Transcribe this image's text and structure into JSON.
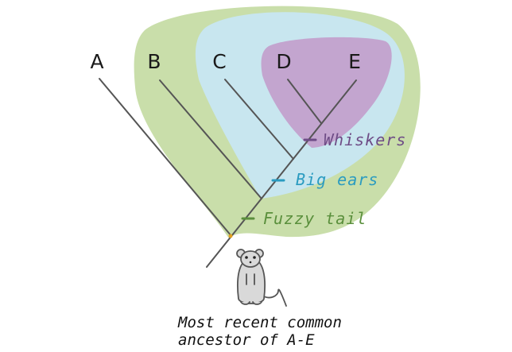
{
  "taxa": [
    "A",
    "B",
    "C",
    "D",
    "E"
  ],
  "traits": {
    "whiskers": "Whiskers",
    "big_ears": "Big ears",
    "fuzzy_tail": "Fuzzy tail"
  },
  "caption": {
    "line1": "Most recent common",
    "line2": "ancestor of A-E"
  },
  "colors": {
    "fuzzy_tail_region": "#c9deaa",
    "big_ears_region": "#c8e6ef",
    "whiskers_region": "#c3a5cf",
    "fuzzy_tail_text": "#5a8f3c",
    "big_ears_text": "#2a9bc0",
    "whiskers_text": "#6e4c86",
    "branches": "#555555",
    "ancestor_node": "#e0a020"
  }
}
